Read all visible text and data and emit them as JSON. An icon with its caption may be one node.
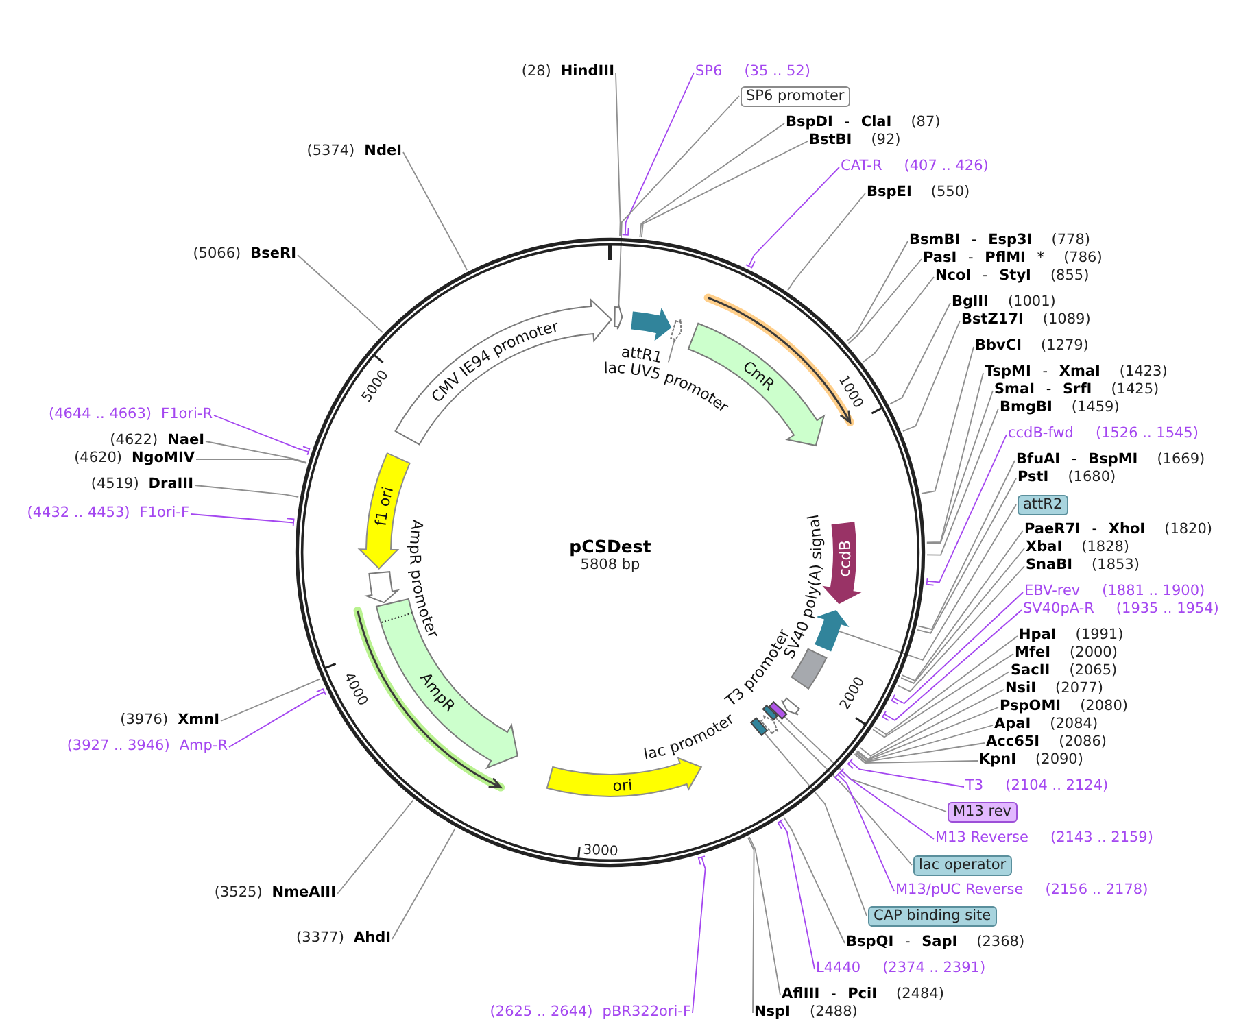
{
  "diagram": {
    "title": "pCSDest",
    "nodes": [
      {
        "text": [
          "(28)",
          "HindIII"
        ]
      },
      {
        "text": [
          "SP6",
          "(35 .. 52)"
        ]
      },
      {
        "text": [
          "SP6 promoter"
        ]
      },
      {
        "text": [
          "**BspDI** - **ClaI**",
          "(87)"
        ]
      },
      {
        "text": [
          "BstBI",
          "(92)"
        ]
      },
      {
        "text": [
          "CAT-R",
          "(407 .. 426)"
        ]
      },
      {
        "text": [
          "BspEI",
          "(550)"
        ]
      },
      {
        "text": [
          "**BsmBI** - **Esp3I**",
          "(778)"
        ]
      },
      {
        "text": [
          "**PasI** - **PflMI** *",
          "(786)"
        ]
      },
      {
        "text": [
          "**NcoI** - **StyI**",
          "(855)"
        ]
      },
      {
        "text": [
          "BglII",
          "(1001)"
        ]
      },
      {
        "text": [
          "BstZ17I",
          "(1089)"
        ]
      },
      {
        "text": [
          "BbvCI",
          "(1279)"
        ]
      },
      {
        "text": [
          "**TspMI** - **XmaI**",
          "(1423)"
        ]
      },
      {
        "text": [
          "**SmaI** - **SrfI**",
          "(1425)"
        ]
      },
      {
        "text": [
          "BmgBI",
          "(1459)"
        ]
      },
      {
        "text": [
          "ccdB-fwd",
          "(1526 .. 1545)"
        ]
      },
      {
        "text": [
          "**BfuAI** - **BspMI**",
          "(1669)"
        ]
      },
      {
        "text": [
          "PstI",
          "(1680)"
        ]
      },
      {
        "text": [
          "attR2"
        ]
      },
      {
        "text": [
          "**PaeR7I** - **XhoI**",
          "(1820)"
        ]
      },
      {
        "text": [
          "XbaI",
          "(1828)"
        ]
      },
      {
        "text": [
          "SnaBI",
          "(1853)"
        ]
      },
      {
        "text": [
          "EBV-rev",
          "(1881 .. 1900)"
        ]
      },
      {
        "text": [
          "SV40pA-R",
          "(1935 .. 1954)"
        ]
      },
      {
        "text": [
          "HpaI",
          "(1991)"
        ]
      },
      {
        "text": [
          "MfeI",
          "(2000)"
        ]
      },
      {
        "text": [
          "SacII",
          "(2065)"
        ]
      },
      {
        "text": [
          "NsiI",
          "(2077)"
        ]
      },
      {
        "text": [
          "PspOMI",
          "(2080)"
        ]
      },
      {
        "text": [
          "ApaI",
          "(2084)"
        ]
      },
      {
        "text": [
          "Acc65I",
          "(2086)"
        ]
      },
      {
        "text": [
          "KpnI",
          "(2090)"
        ]
      },
      {
        "text": [
          "T3",
          "(2104 .. 2124)"
        ]
      },
      {
        "text": [
          "M13 rev"
        ]
      },
      {
        "text": [
          "M13 Reverse",
          "(2143 .. 2159)"
        ]
      },
      {
        "text": [
          "lac operator"
        ]
      },
      {
        "text": [
          "M13/pUC Reverse",
          "(2156 .. 2178)"
        ]
      },
      {
        "text": [
          "CAP binding site"
        ]
      },
      {
        "text": [
          "**BspQI** - **SapI**",
          "(2368)"
        ]
      },
      {
        "text": [
          "L4440",
          "(2374 .. 2391)"
        ]
      },
      {
        "text": [
          "**AflIII** - **PciI**",
          "(2484)"
        ]
      },
      {
        "text": [
          "NspI",
          "(2488)"
        ]
      },
      {
        "text": [
          "(2625 .. 2644)",
          "pBR322ori-F"
        ]
      },
      {
        "text": [
          "(3377)",
          "AhdI"
        ]
      },
      {
        "text": [
          "(3525)",
          "NmeAIII"
        ]
      },
      {
        "text": [
          "(3927 .. 3946)",
          "Amp-R"
        ]
      },
      {
        "text": [
          "(3976)",
          "XmnI"
        ]
      },
      {
        "text": [
          "(4432 .. 4453)",
          "F1ori-F"
        ]
      },
      {
        "text": [
          "(4519)",
          "DraIII"
        ]
      },
      {
        "text": [
          "(4620)",
          "NgoMIV"
        ]
      },
      {
        "text": [
          "(4622)",
          "NaeI"
        ]
      },
      {
        "text": [
          "(4644 .. 4663)",
          "F1ori-R"
        ]
      },
      {
        "text": [
          "(5066)",
          "BseRI"
        ]
      },
      {
        "text": [
          "(5374)",
          "NdeI"
        ]
      },
      {
        "text": [],
        "shape": "arrow"
      },
      {
        "text": [
          "attR1"
        ]
      },
      {
        "text": [],
        "shape": "arrow"
      },
      {
        "text": [
          "lac UV5 promoter"
        ]
      },
      {
        "text": [
          "CmR"
        ]
      },
      {
        "text": [
          "ccdB"
        ]
      },
      {
        "text": [],
        "shape": "arrow"
      },
      {
        "text": [
          "SV40 poly(A) signal"
        ]
      },
      {
        "text": [
          "T3 promoter"
        ]
      },
      {
        "text": [],
        "shape": "box"
      },
      {
        "text": [],
        "shape": "box"
      },
      {
        "text": [
          "lac promoter"
        ]
      },
      {
        "text": [],
        "shape": "box"
      },
      {
        "text": [
          "ori"
        ]
      },
      {
        "text": [
          "AmpR"
        ]
      },
      {
        "text": [
          "AmpR promoter"
        ]
      },
      {
        "text": [
          "f1 ori"
        ]
      },
      {
        "text": [
          "CMV IE94 promoter"
        ]
      }
    ],
    "edges": [
      {
        "from": 0,
        "to": null,
        "arrow": "none"
      },
      {
        "from": 1,
        "to": null,
        "arrow": "none",
        "color": "#a447f0"
      },
      {
        "from": 2,
        "to": 55,
        "arrow": "none"
      },
      {
        "from": 3,
        "to": null,
        "arrow": "none"
      },
      {
        "from": 4,
        "to": null,
        "arrow": "none"
      },
      {
        "from": 5,
        "to": null,
        "arrow": "none",
        "color": "#a447f0"
      },
      {
        "from": 6,
        "to": null,
        "arrow": "none"
      },
      {
        "from": 7,
        "to": null,
        "arrow": "none"
      },
      {
        "from": 8,
        "to": null,
        "arrow": "none"
      },
      {
        "from": 9,
        "to": null,
        "arrow": "none"
      },
      {
        "from": 10,
        "to": null,
        "arrow": "none"
      },
      {
        "from": 11,
        "to": null,
        "arrow": "none"
      },
      {
        "from": 12,
        "to": null,
        "arrow": "none"
      },
      {
        "from": 13,
        "to": null,
        "arrow": "none"
      },
      {
        "from": 14,
        "to": null,
        "arrow": "none"
      },
      {
        "from": 15,
        "to": null,
        "arrow": "none"
      },
      {
        "from": 16,
        "to": null,
        "arrow": "none",
        "color": "#a447f0"
      },
      {
        "from": 17,
        "to": null,
        "arrow": "none"
      },
      {
        "from": 18,
        "to": null,
        "arrow": "none"
      },
      {
        "from": 19,
        "to": 61,
        "arrow": "none"
      },
      {
        "from": 20,
        "to": null,
        "arrow": "none"
      },
      {
        "from": 21,
        "to": null,
        "arrow": "none"
      },
      {
        "from": 22,
        "to": null,
        "arrow": "none"
      },
      {
        "from": 23,
        "to": null,
        "arrow": "none",
        "color": "#a447f0"
      },
      {
        "from": 24,
        "to": null,
        "arrow": "none",
        "color": "#a447f0"
      },
      {
        "from": 25,
        "to": null,
        "arrow": "none"
      },
      {
        "from": 26,
        "to": null,
        "arrow": "none"
      },
      {
        "from": 27,
        "to": null,
        "arrow": "none"
      },
      {
        "from": 28,
        "to": null,
        "arrow": "none"
      },
      {
        "from": 29,
        "to": null,
        "arrow": "none"
      },
      {
        "from": 30,
        "to": null,
        "arrow": "none"
      },
      {
        "from": 31,
        "to": null,
        "arrow": "none"
      },
      {
        "from": 32,
        "to": null,
        "arrow": "none"
      },
      {
        "from": 33,
        "to": null,
        "arrow": "none",
        "color": "#a447f0"
      },
      {
        "from": 34,
        "to": 64,
        "arrow": "none"
      },
      {
        "from": 35,
        "to": null,
        "arrow": "none",
        "color": "#a447f0"
      },
      {
        "from": 36,
        "to": 65,
        "arrow": "none"
      },
      {
        "from": 37,
        "to": null,
        "arrow": "none",
        "color": "#a447f0"
      },
      {
        "from": 38,
        "to": 67,
        "arrow": "none"
      },
      {
        "from": 39,
        "to": null,
        "arrow": "none"
      },
      {
        "from": 40,
        "to": null,
        "arrow": "none",
        "color": "#a447f0"
      },
      {
        "from": 41,
        "to": null,
        "arrow": "none"
      },
      {
        "from": 42,
        "to": null,
        "arrow": "none"
      },
      {
        "from": 43,
        "to": null,
        "arrow": "none",
        "color": "#a447f0"
      },
      {
        "from": 44,
        "to": null,
        "arrow": "none"
      },
      {
        "from": 45,
        "to": null,
        "arrow": "none"
      },
      {
        "from": 46,
        "to": null,
        "arrow": "none",
        "color": "#a447f0"
      },
      {
        "from": 47,
        "to": null,
        "arrow": "none"
      },
      {
        "from": 48,
        "to": null,
        "arrow": "none",
        "color": "#a447f0"
      },
      {
        "from": 49,
        "to": null,
        "arrow": "none"
      },
      {
        "from": 50,
        "to": null,
        "arrow": "none"
      },
      {
        "from": 51,
        "to": null,
        "arrow": "none"
      },
      {
        "from": 52,
        "to": null,
        "arrow": "none",
        "color": "#a447f0"
      },
      {
        "from": 53,
        "to": null,
        "arrow": "none"
      },
      {
        "from": 54,
        "to": null,
        "arrow": "none"
      },
      {
        "from": 58,
        "to": 57,
        "arrow": "none"
      }
    ],
    "labels": [
      "5808 bp",
      "1000",
      "2000",
      "3000",
      "4000",
      "5000"
    ]
  }
}
